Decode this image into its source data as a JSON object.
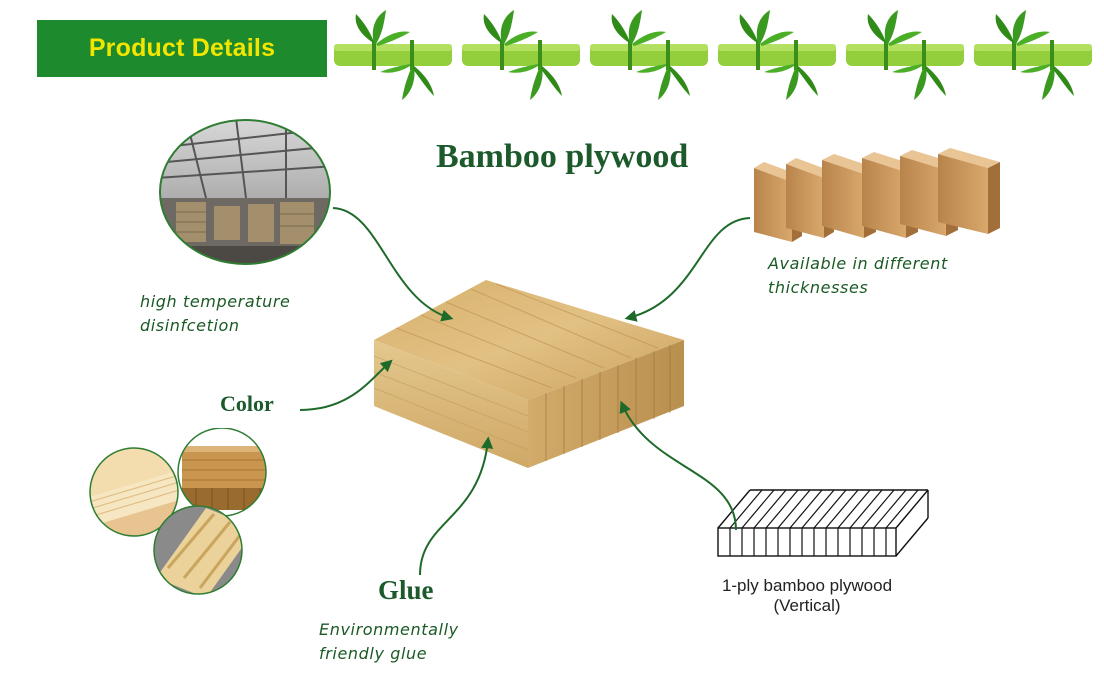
{
  "header": {
    "title": "Product Details"
  },
  "main": {
    "title": "Bamboo plywood"
  },
  "labels": {
    "disinfection": [
      "high temperature",
      "disinfcetion"
    ],
    "thickness": [
      "Available in different",
      "thicknesses"
    ],
    "color": "Color",
    "glue": "Glue",
    "glue_desc": [
      "Environmentally",
      "friendly glue"
    ],
    "ply_caption": [
      "1-ply bamboo plywood",
      "(Vertical)"
    ]
  },
  "colors": {
    "header_bg": "#1e8a2e",
    "header_text": "#f2e600",
    "accent_green": "#1c5a2c",
    "bamboo_green": "#8fcc3b"
  }
}
